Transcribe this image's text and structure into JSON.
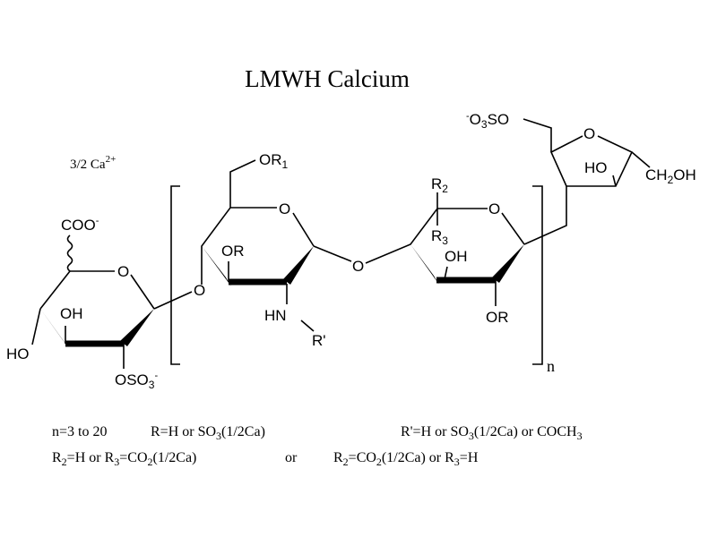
{
  "title": "LMWH  Calcium",
  "counterion": {
    "prefix": "3/2  Ca",
    "charge": "2+"
  },
  "labels": {
    "coo": {
      "main": "COO",
      "charge": "-"
    },
    "ring1_O": "O",
    "oh1": "OH",
    "ho1": "HO",
    "oso3": {
      "main": "OSO",
      "sub": "3",
      "charge": "-"
    },
    "glyco_O1": "O",
    "or1": {
      "main": "OR",
      "sub": "1"
    },
    "ring2_O": "O",
    "or_a": "OR",
    "hn": "HN",
    "rprime": "R'",
    "glyco_O2": "O",
    "r2": {
      "main": "R",
      "sub": "2"
    },
    "ring3_O": "O",
    "r3": {
      "main": "R",
      "sub": "3"
    },
    "oh3": "OH",
    "or_b": "OR",
    "n": "n",
    "o3so": {
      "charge": "-",
      "a": "O",
      "sub": "3",
      "b": "SO"
    },
    "ring4_O": "O",
    "ho4": "HO",
    "ch2oh": {
      "a": "CH",
      "sub": "2",
      "b": "OH"
    }
  },
  "legend": {
    "line1": {
      "n_range": "n=3 to 20",
      "r_def": {
        "a": "R=H or SO",
        "sub": "3",
        "b": "(1/2Ca)"
      },
      "rprime_def": {
        "a": "R'=H or SO",
        "sub": "3",
        "b": "(1/2Ca) or COCH",
        "sub2": "3"
      }
    },
    "line2": {
      "opt1": {
        "a": "R",
        "s1": "2",
        "b": "=H or R",
        "s2": "3",
        "c": "=CO",
        "s3": "2",
        "d": "(1/2Ca)"
      },
      "or": "or",
      "opt2": {
        "a": "R",
        "s1": "2",
        "b": "=CO",
        "s2": "2",
        "c": "(1/2Ca)  or R",
        "s3": "3",
        "d": "=H"
      }
    }
  }
}
